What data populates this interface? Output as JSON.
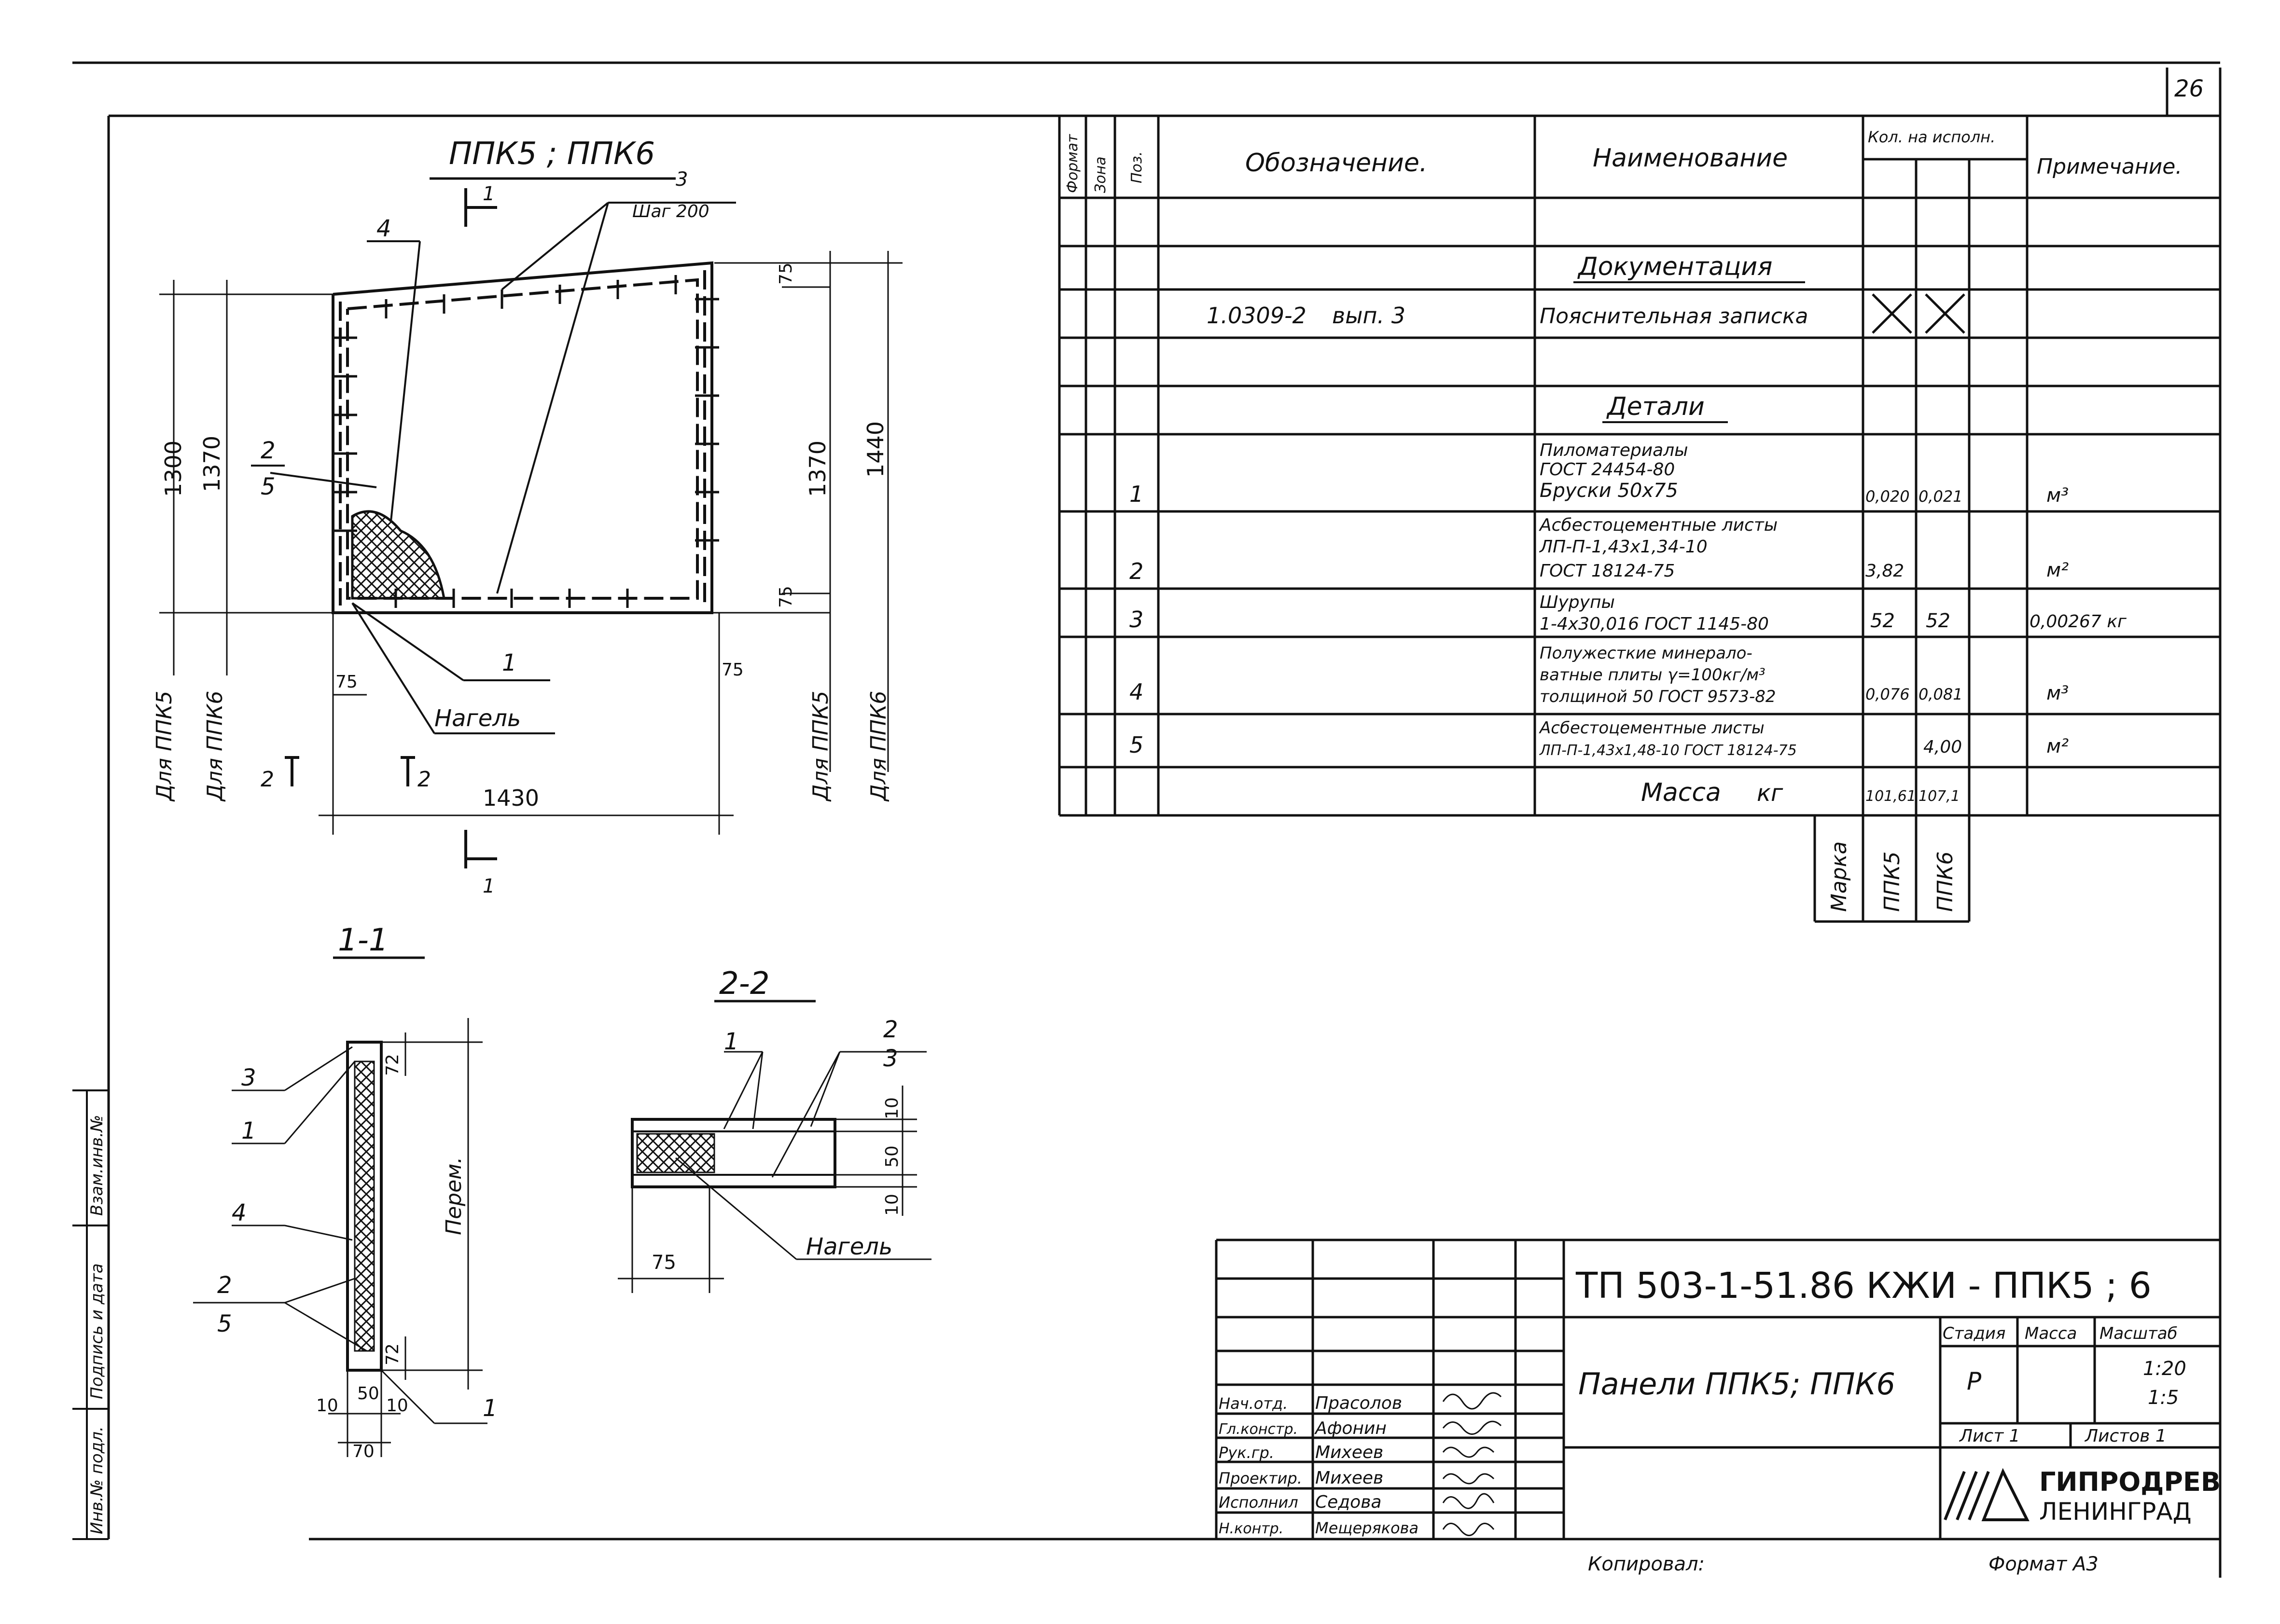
{
  "page_number": "26",
  "views": {
    "main_title": "ППК5 ; ППК6",
    "section_1_title": "1-1",
    "section_2_title": "2-2",
    "section_cut_1": "1",
    "section_cut_2": "2",
    "step_label": "Шаг 200",
    "nagel_label": "Нагель",
    "perem_label": "Перем.",
    "for_ppk5": "Для ППК5",
    "for_ppk6": "Для ППК6"
  },
  "dimensions": {
    "d1300": "1300",
    "d1370": "1370",
    "d1440": "1440",
    "d1430": "1430",
    "d75": "75",
    "d72": "72",
    "d10": "10",
    "d50": "50",
    "d70": "70"
  },
  "callouts": {
    "c1": "1",
    "c2": "2",
    "c3": "3",
    "c4": "4",
    "c5": "5",
    "frac_2_5": [
      "2",
      "5"
    ]
  },
  "spec_table": {
    "headers": {
      "format": "Формат",
      "zone": "Зона",
      "pos": "Поз.",
      "designation": "Обозначение.",
      "name": "Наименование",
      "qty": "Кол. на исполн.",
      "note": "Примечание."
    },
    "section_docs": "Документация",
    "section_details": "Детали",
    "doc_row": {
      "designation": "1.0309-2",
      "issue": "вып. 3",
      "name": "Пояснительная записка"
    },
    "rows": [
      {
        "pos": "1",
        "name": [
          "Пиломатериалы",
          "ГОСТ 24454-80",
          "Бруски 50х75"
        ],
        "q1": "0,020",
        "q2": "0,021",
        "note": "м³"
      },
      {
        "pos": "2",
        "name": [
          "Асбестоцементные листы",
          "ЛП-П-1,43х1,34-10",
          "ГОСТ 18124-75"
        ],
        "q1": "3,82",
        "q2": "",
        "note": "м²"
      },
      {
        "pos": "3",
        "name": [
          "Шурупы",
          "1-4х30,016 ГОСТ 1145-80"
        ],
        "q1": "52",
        "q2": "52",
        "note": "0,00267 кг"
      },
      {
        "pos": "4",
        "name": [
          "Полужесткие минерало-",
          "ватные плиты γ=100кг/м³",
          "толщиной 50 ГОСТ 9573-82"
        ],
        "q1": "0,076",
        "q2": "0,081",
        "note": "м³"
      },
      {
        "pos": "5",
        "name": [
          "Асбестоцементные листы",
          "ЛП-П-1,43х1,48-10 ГОСТ 18124-75"
        ],
        "q1": "",
        "q2": "4,00",
        "note": "м²"
      }
    ],
    "mass_row": {
      "label": "Масса",
      "unit": "кг",
      "q1": "101,61",
      "q2": "107,1"
    },
    "marka": {
      "label": "Марка",
      "m1": "ППК5",
      "m2": "ППК6"
    }
  },
  "title_block": {
    "doc_code": "ТП 503-1-51.86 КЖИ - ППК5 ; 6",
    "title": "Панели ППК5; ППК6",
    "stage_label": "Стадия",
    "mass_label": "Масса",
    "scale_label": "Масштаб",
    "stage": "Р",
    "scale1": "1:20",
    "scale2": "1:5",
    "sheet": "Лист 1",
    "sheets": "Листов 1",
    "company": "ГИПРОДРЕВ",
    "city": "ЛЕНИНГРАД",
    "staff": [
      {
        "role": "Нач.отд.",
        "name": "Прасолов"
      },
      {
        "role": "Гл.констр.",
        "name": "Афонин"
      },
      {
        "role": "Рук.гр.",
        "name": "Михеев"
      },
      {
        "role": "Проектир.",
        "name": "Михеев"
      },
      {
        "role": "Исполнил",
        "name": "Седова"
      },
      {
        "role": "Н.контр.",
        "name": "Мещерякова"
      }
    ],
    "copied": "Копировал:",
    "format": "Формат А3"
  },
  "side_stamp": {
    "labels": [
      "Взам.инв.№",
      "Подпись и дата",
      "Инв.№ подл."
    ]
  }
}
